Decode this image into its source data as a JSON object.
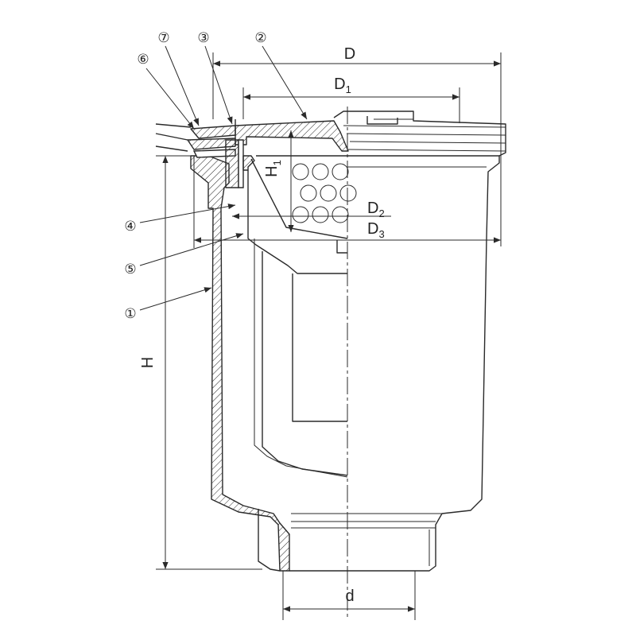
{
  "dimensions": {
    "D": "D",
    "D1": {
      "main": "D",
      "sub": "1"
    },
    "D2": {
      "main": "D",
      "sub": "2"
    },
    "D3": {
      "main": "D",
      "sub": "3"
    },
    "H": "H",
    "H1": {
      "main": "H",
      "sub": "1"
    },
    "d": "d"
  },
  "callouts": [
    {
      "id": "1",
      "glyph": "①"
    },
    {
      "id": "2",
      "glyph": "②"
    },
    {
      "id": "3",
      "glyph": "③"
    },
    {
      "id": "4",
      "glyph": "④"
    },
    {
      "id": "5",
      "glyph": "⑤"
    },
    {
      "id": "6",
      "glyph": "⑥"
    },
    {
      "id": "7",
      "glyph": "⑦"
    }
  ]
}
